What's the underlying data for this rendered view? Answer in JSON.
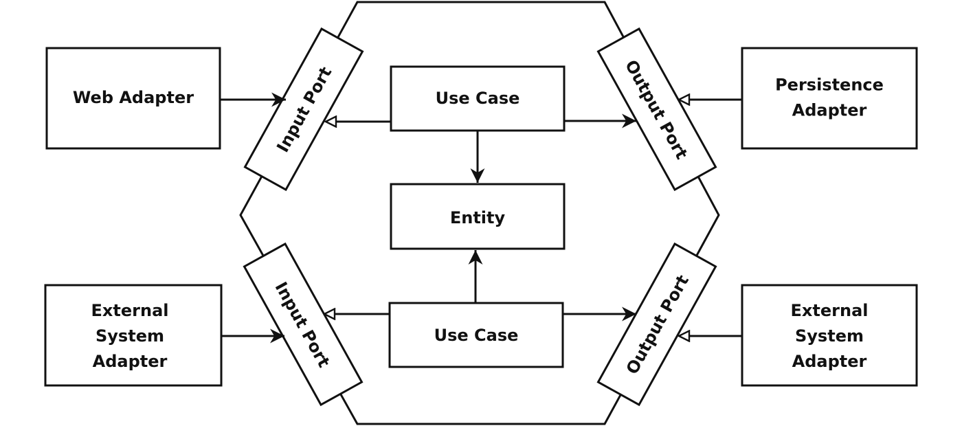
{
  "diagram": {
    "nodes": {
      "web_adapter": [
        "Web Adapter"
      ],
      "persistence_adapter": [
        "Persistence",
        "Adapter"
      ],
      "external_left": [
        "External",
        "System",
        "Adapter"
      ],
      "external_right": [
        "External",
        "System",
        "Adapter"
      ],
      "use_case_top": [
        "Use Case"
      ],
      "use_case_bottom": [
        "Use Case"
      ],
      "entity": [
        "Entity"
      ],
      "input_port_top": [
        "Input Port"
      ],
      "input_port_bottom": [
        "Input Port"
      ],
      "output_port_top": [
        "Output Port"
      ],
      "output_port_bottom": [
        "Output Port"
      ]
    },
    "edges": [
      {
        "from": "web_adapter",
        "to": "input_port_top",
        "head": "filled"
      },
      {
        "from": "use_case_top",
        "to": "input_port_top",
        "head": "hollow"
      },
      {
        "from": "use_case_top",
        "to": "output_port_top",
        "head": "filled"
      },
      {
        "from": "persistence_adapter",
        "to": "output_port_top",
        "head": "hollow"
      },
      {
        "from": "use_case_top",
        "to": "entity",
        "head": "filled"
      },
      {
        "from": "use_case_bottom",
        "to": "entity",
        "head": "filled"
      },
      {
        "from": "external_left",
        "to": "input_port_bottom",
        "head": "filled"
      },
      {
        "from": "use_case_bottom",
        "to": "input_port_bottom",
        "head": "hollow"
      },
      {
        "from": "use_case_bottom",
        "to": "output_port_bottom",
        "head": "filled"
      },
      {
        "from": "external_right",
        "to": "output_port_bottom",
        "head": "hollow"
      }
    ],
    "colors": {
      "stroke": "#111111",
      "background": "#ffffff"
    }
  }
}
